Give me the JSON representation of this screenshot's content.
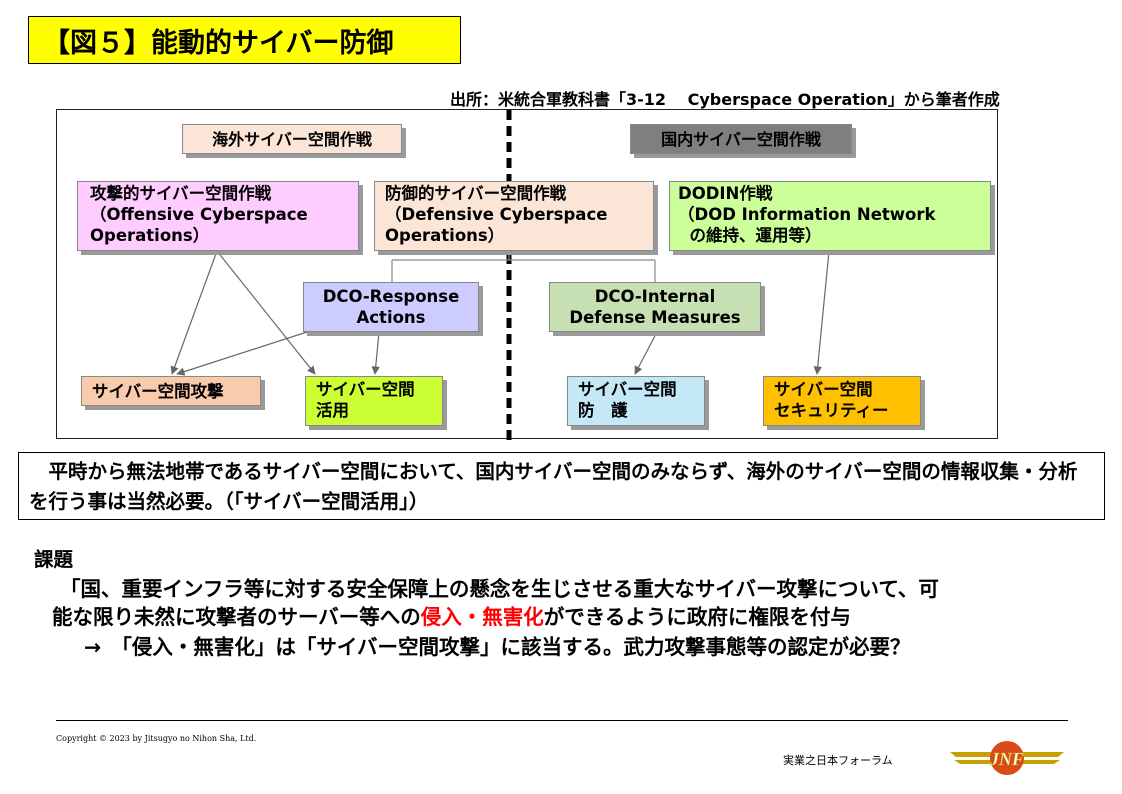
{
  "title": "【図５】能動的サイバー防御",
  "source": "出所：米統合軍教科書「3-12　 Cyberspace Operation」から筆者作成",
  "diagram": {
    "overseas_label": "海外サイバー空間作戦",
    "domestic_label": "国内サイバー空間作戦",
    "offensive": "攻撃的サイバー空間作戦\n（Offensive Cyberspace\nOperations）",
    "defensive": "防御的サイバー空間作戦\n（Defensive Cyberspace\nOperations）",
    "dodin": "DODIN作戦\n（DOD Information Network\n  の維持、運用等）",
    "dco_response": "DCO-Response\nActions",
    "dco_internal": "DCO-Internal\nDefense Measures",
    "cyber_attack": "サイバー空間攻撃",
    "cyber_utilization": "サイバー空間\n活用",
    "cyber_defense": "サイバー空間\n防　護",
    "cyber_security": "サイバー空間\nセキュリティー"
  },
  "note": "　平時から無法地帯であるサイバー空間において、国内サイバー空間のみならず、海外のサイバー空間の情報収集・分析を行う事は当然必要。（「サイバー空間活用」）",
  "issue": {
    "heading": "課題",
    "line1": "「国、重要インフラ等に対する安全保障上の懸念を生じさせる重大なサイバー攻撃について、可",
    "line2_pre": "能な限り未然に攻撃者のサーバー等への",
    "line2_red": "侵入・無害化",
    "line2_post": "ができるように政府に権限を付与",
    "line3": "→　「侵入・無害化」は「サイバー空間攻撃」に該当する。武力攻撃事態等の認定が必要？"
  },
  "footer": {
    "copyright": "Copyright © 2023 by Jitsugyo no Nihon Sha, Ltd.",
    "forum": "実業之日本フォーラム",
    "logo_text": "JNF"
  },
  "colors": {
    "title_bg": "#ffff00",
    "highlight_red": "#ff0000",
    "logo_gold": "#c8a000"
  }
}
